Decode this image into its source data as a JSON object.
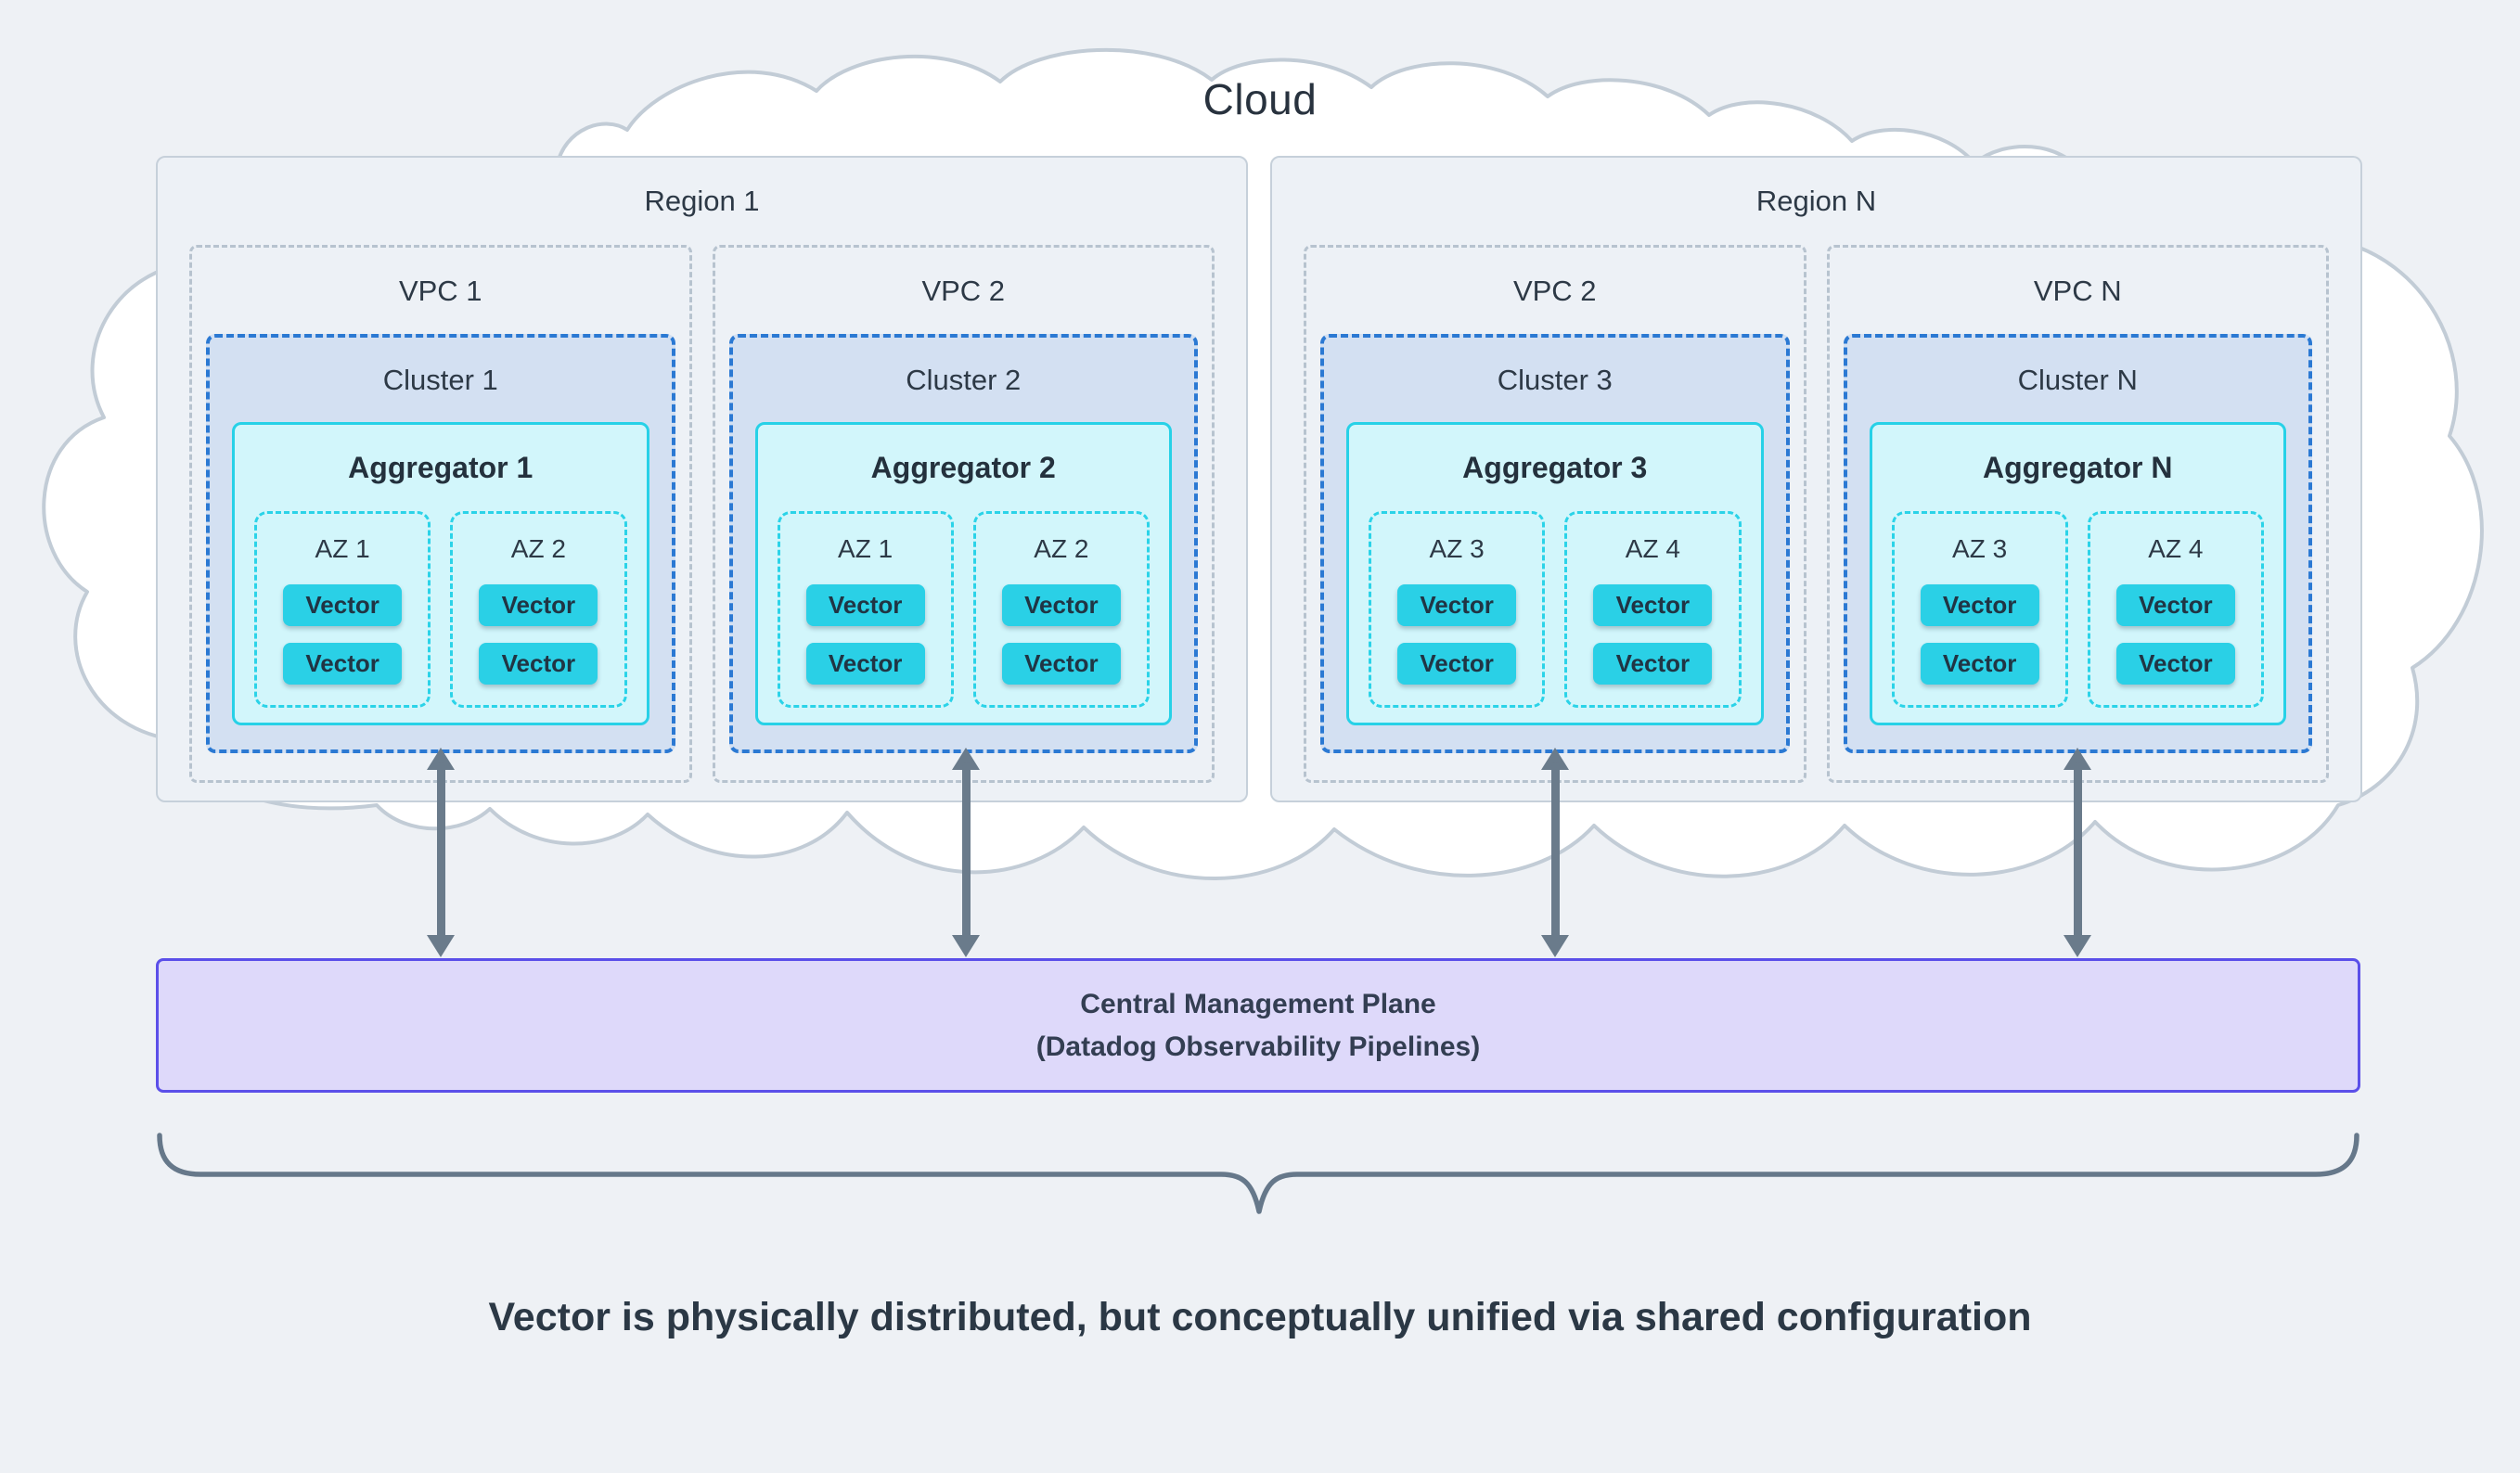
{
  "cloud_label": "Cloud",
  "regions": [
    {
      "label": "Region 1",
      "vpcs": [
        {
          "label": "VPC 1",
          "cluster": {
            "label": "Cluster 1",
            "aggregator": {
              "label": "Aggregator 1",
              "azs": [
                {
                  "label": "AZ 1",
                  "nodes": [
                    "Vector",
                    "Vector"
                  ]
                },
                {
                  "label": "AZ 2",
                  "nodes": [
                    "Vector",
                    "Vector"
                  ]
                }
              ]
            }
          }
        },
        {
          "label": "VPC 2",
          "cluster": {
            "label": "Cluster 2",
            "aggregator": {
              "label": "Aggregator 2",
              "azs": [
                {
                  "label": "AZ 1",
                  "nodes": [
                    "Vector",
                    "Vector"
                  ]
                },
                {
                  "label": "AZ 2",
                  "nodes": [
                    "Vector",
                    "Vector"
                  ]
                }
              ]
            }
          }
        }
      ]
    },
    {
      "label": "Region N",
      "vpcs": [
        {
          "label": "VPC 2",
          "cluster": {
            "label": "Cluster 3",
            "aggregator": {
              "label": "Aggregator 3",
              "azs": [
                {
                  "label": "AZ 3",
                  "nodes": [
                    "Vector",
                    "Vector"
                  ]
                },
                {
                  "label": "AZ 4",
                  "nodes": [
                    "Vector",
                    "Vector"
                  ]
                }
              ]
            }
          }
        },
        {
          "label": "VPC N",
          "cluster": {
            "label": "Cluster N",
            "aggregator": {
              "label": "Aggregator N",
              "azs": [
                {
                  "label": "AZ 3",
                  "nodes": [
                    "Vector",
                    "Vector"
                  ]
                },
                {
                  "label": "AZ 4",
                  "nodes": [
                    "Vector",
                    "Vector"
                  ]
                }
              ]
            }
          }
        }
      ]
    }
  ],
  "management_plane": {
    "line1": "Central Management Plane",
    "line2": "(Datadog Observability Pipelines)"
  },
  "caption": "Vector is physically distributed, but conceptually unified via shared configuration",
  "colors": {
    "background": "#eef1f5",
    "cloud_fill": "#ffffff",
    "cloud_stroke": "#c2ccd6",
    "region_fill": "#edf1f6",
    "region_border": "#c6d0da",
    "vpc_border": "#b7c3cf",
    "cluster_fill": "#d3e0f2",
    "cluster_border": "#2b79d3",
    "aggregator_fill": "#d2f6fb",
    "aggregator_border": "#27d1e7",
    "az_border": "#2bd3e8",
    "vector_fill": "#2ad0e6",
    "arrow": "#6a7b8b",
    "plane_fill": "#ded9fa",
    "plane_border": "#5b4fe9",
    "text_dark": "#2d3946"
  }
}
